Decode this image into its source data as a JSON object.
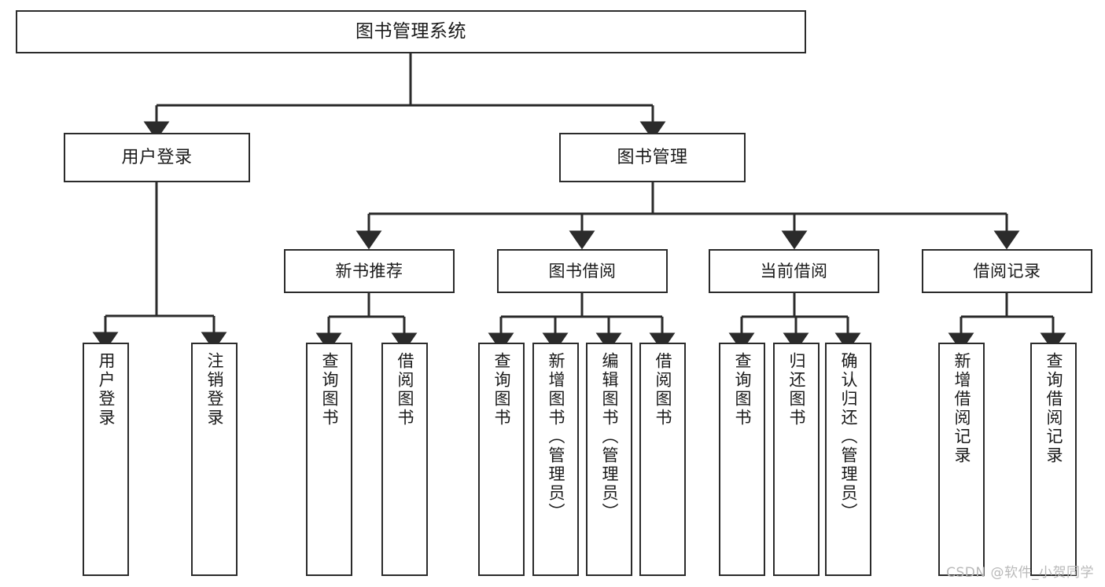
{
  "diagram": {
    "title": "图书管理系统",
    "watermark": "CSDN @软件_小贺同学",
    "line_color": "#2b2b2b",
    "box_fill": "#ffffff",
    "text_color": "#1a1a1a",
    "watermark_color": "#b9b9b9"
  },
  "nodes": {
    "root": {
      "label": "图书管理系统"
    },
    "main": [
      {
        "label": "用户登录"
      },
      {
        "label": "图书管理"
      }
    ],
    "sub": [
      {
        "label": "新书推荐"
      },
      {
        "label": "图书借阅"
      },
      {
        "label": "当前借阅"
      },
      {
        "label": "借阅记录"
      }
    ],
    "leaves": {
      "user_login": [
        {
          "label": "用户登录"
        },
        {
          "label": "注销登录"
        }
      ],
      "new_book": [
        {
          "label": "查询图书"
        },
        {
          "label": "借阅图书"
        }
      ],
      "book_borrow": [
        {
          "label": "查询图书"
        },
        {
          "label": "新增图书（管理员）"
        },
        {
          "label": "编辑图书（管理员）"
        },
        {
          "label": "借阅图书"
        }
      ],
      "current_borrow": [
        {
          "label": "查询图书"
        },
        {
          "label": "归还图书"
        },
        {
          "label": "确认归还（管理员）"
        }
      ],
      "borrow_record": [
        {
          "label": "新增借阅记录"
        },
        {
          "label": "查询借阅记录"
        }
      ]
    }
  }
}
